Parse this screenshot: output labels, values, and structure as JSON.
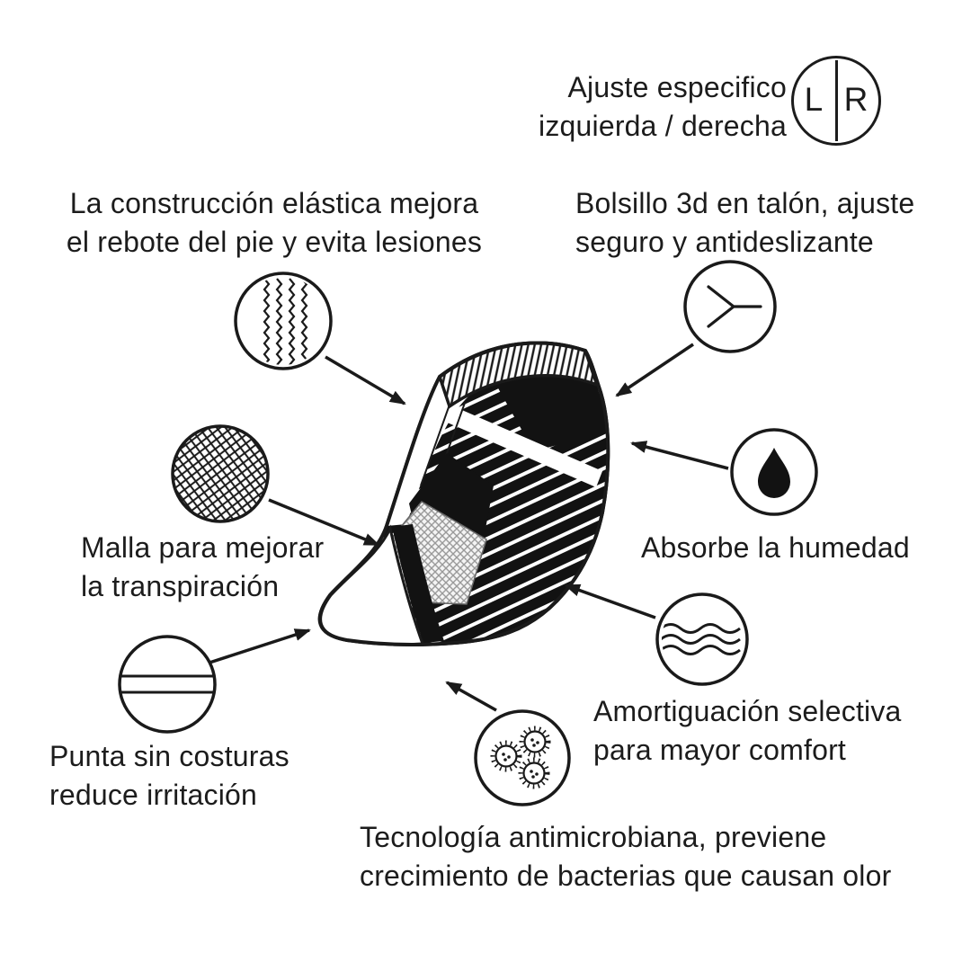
{
  "title": "sock-features-infographic",
  "colors": {
    "ink": "#1a1a1a",
    "paper": "#ffffff",
    "mesh_grey": "#9a9a9a"
  },
  "features": {
    "fit_lr": {
      "line1": "Ajuste especifico",
      "line2": "izquierda / derecha",
      "left_letter": "L",
      "right_letter": "R",
      "icon": "left-right-split-circle-icon"
    },
    "elastic": {
      "line1": "La construcción elástica mejora",
      "line2": "el rebote del pie y evita lesiones",
      "icon": "elastic-ribbing-icon"
    },
    "heel_pocket": {
      "line1": "Bolsillo 3d en talón, ajuste",
      "line2": "seguro y antideslizante",
      "icon": "y-heel-pocket-icon"
    },
    "mesh": {
      "line1": "Malla para mejorar",
      "line2": "la transpiración",
      "icon": "mesh-crosshatch-icon"
    },
    "moisture": {
      "line1": "Absorbe la humedad",
      "icon": "water-drop-icon"
    },
    "seamless_toe": {
      "line1": "Punta sin costuras",
      "line2": "reduce irritación",
      "icon": "seamless-toe-lines-icon"
    },
    "cushioning": {
      "line1": "Amortiguación selectiva",
      "line2": "para mayor comfort",
      "icon": "wave-cushion-icon"
    },
    "antimicrobial": {
      "line1": "Tecnología antimicrobiana, previene",
      "line2": "crecimiento de bacterias que causan olor",
      "icon": "bacteria-icon"
    }
  }
}
